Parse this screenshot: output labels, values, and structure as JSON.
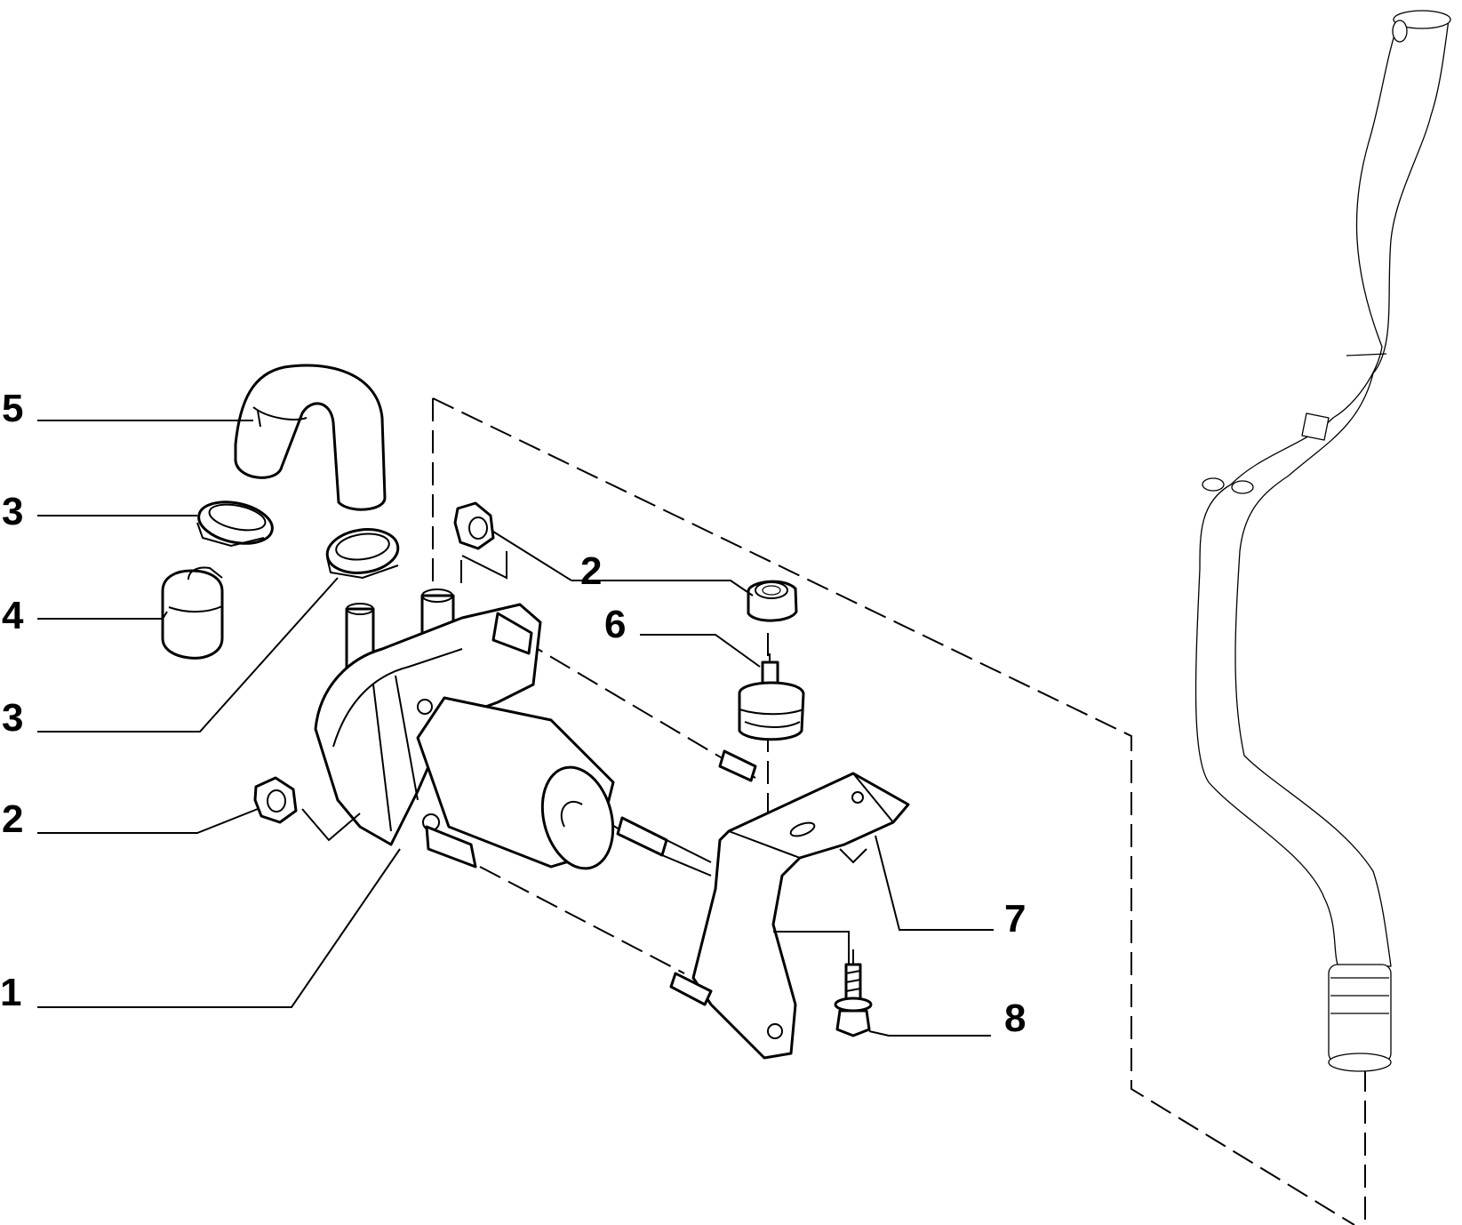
{
  "callouts": {
    "c5": "5",
    "c3a": "3",
    "c4": "4",
    "c3b": "3",
    "c2a": "2",
    "c1": "1",
    "c2b": "2",
    "c6": "6",
    "c7": "7",
    "c8": "8"
  }
}
